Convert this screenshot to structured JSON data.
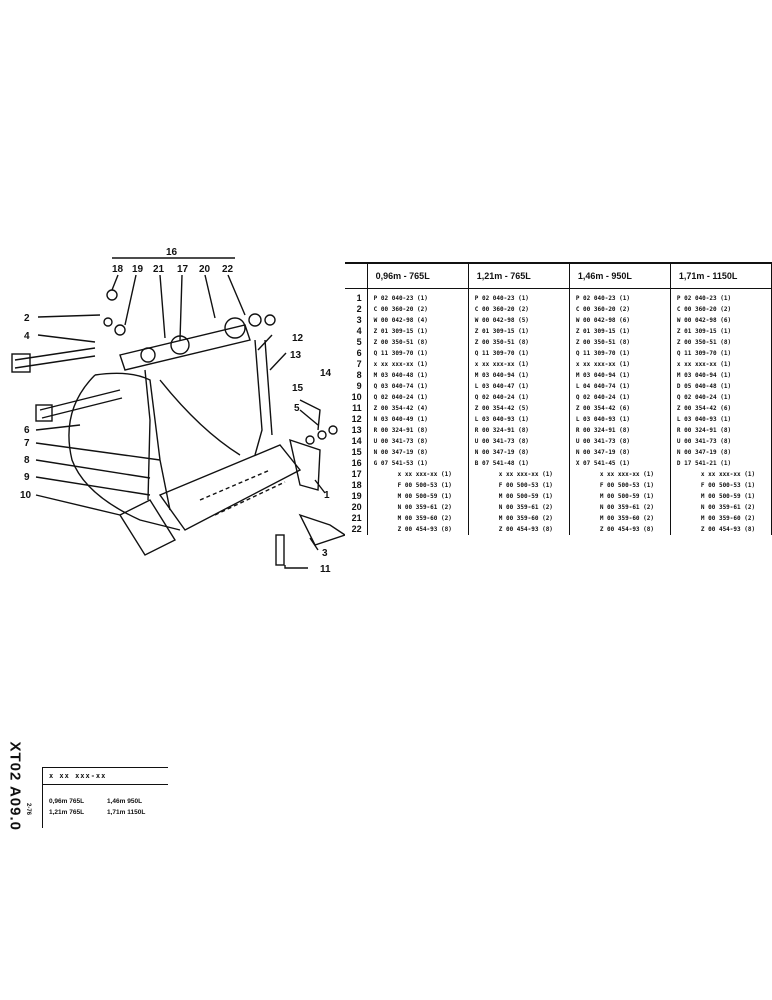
{
  "document": {
    "code": "XT02 A09.0",
    "date": "2-76",
    "reference_code": "x xx xxx-xx",
    "reference_variants": [
      "0,96m 765L",
      "1,46m 950L",
      "1,21m 765L",
      "1,71m 1150L"
    ]
  },
  "diagram": {
    "callouts": [
      "16",
      "18",
      "19",
      "21",
      "17",
      "20",
      "22",
      "2",
      "4",
      "12",
      "13",
      "14",
      "15",
      "5",
      "6",
      "7",
      "8",
      "9",
      "10",
      "1",
      "3",
      "11"
    ]
  },
  "table": {
    "columns": [
      "0,96m - 765L",
      "1,21m - 765L",
      "1,46m - 950L",
      "1,71m - 1150L"
    ],
    "rows": [
      {
        "n": "1",
        "v": [
          "P 02 040-23 (1)",
          "P 02 040-23 (1)",
          "P 02 040-23 (1)",
          "P 02 040-23 (1)"
        ]
      },
      {
        "n": "2",
        "v": [
          "C 00 360-20 (2)",
          "C 00 360-20 (2)",
          "C 00 360-20 (2)",
          "C 00 360-20 (2)"
        ]
      },
      {
        "n": "3",
        "v": [
          "W 00 042-98 (4)",
          "W 00 042-98 (5)",
          "W 00 042-98 (6)",
          "W 00 042-98 (6)"
        ]
      },
      {
        "n": "4",
        "v": [
          "Z 01 309-15 (1)",
          "Z 01 309-15 (1)",
          "Z 01 309-15 (1)",
          "Z 01 309-15 (1)"
        ]
      },
      {
        "n": "5",
        "v": [
          "Z 00 350-51 (8)",
          "Z 00 350-51 (8)",
          "Z 00 350-51 (8)",
          "Z 00 350-51 (8)"
        ]
      },
      {
        "n": "6",
        "v": [
          "Q 11 309-70 (1)",
          "Q 11 309-70 (1)",
          "Q 11 309-70 (1)",
          "Q 11 309-70 (1)"
        ]
      },
      {
        "n": "7",
        "v": [
          "x xx xxx-xx (1)",
          "x xx xxx-xx (1)",
          "x xx xxx-xx (1)",
          "x xx xxx-xx (1)"
        ]
      },
      {
        "n": "8",
        "v": [
          "M 03 040-48 (1)",
          "M 03 040-94 (1)",
          "M 03 040-94 (1)",
          "M 03 040-94 (1)"
        ]
      },
      {
        "n": "9",
        "v": [
          "Q 03 040-74 (1)",
          "L 03 040-47 (1)",
          "L 04 040-74 (1)",
          "D 05 040-48 (1)"
        ]
      },
      {
        "n": "10",
        "v": [
          "Q 02 040-24 (1)",
          "Q 02 040-24 (1)",
          "Q 02 040-24 (1)",
          "Q 02 040-24 (1)"
        ]
      },
      {
        "n": "11",
        "v": [
          "Z 00 354-42 (4)",
          "Z 00 354-42 (5)",
          "Z 00 354-42 (6)",
          "Z 00 354-42 (6)"
        ]
      },
      {
        "n": "12",
        "v": [
          "N 03 040-49 (1)",
          "L 03 040-93 (1)",
          "L 03 040-93 (1)",
          "L 03 040-93 (1)"
        ]
      },
      {
        "n": "13",
        "v": [
          "R 00 324-91 (8)",
          "R 00 324-91 (8)",
          "R 00 324-91 (8)",
          "R 00 324-91 (8)"
        ]
      },
      {
        "n": "14",
        "v": [
          "U 00 341-73 (8)",
          "U 00 341-73 (8)",
          "U 00 341-73 (8)",
          "U 00 341-73 (8)"
        ]
      },
      {
        "n": "15",
        "v": [
          "N 00 347-19 (8)",
          "N 00 347-19 (8)",
          "N 00 347-19 (8)",
          "N 00 347-19 (8)"
        ]
      },
      {
        "n": "16",
        "v": [
          "G 07 541-53 (1)",
          "B 07 541-48 (1)",
          "X 07 541-45 (1)",
          "D 17 541-21 (1)"
        ]
      },
      {
        "n": "17",
        "v": [
          "x xx xxx-xx (1)",
          "x xx xxx-xx (1)",
          "x xx xxx-xx (1)",
          "x xx xxx-xx (1)"
        ]
      },
      {
        "n": "18",
        "v": [
          "F 00 500-53 (1)",
          "F 00 500-53 (1)",
          "F 00 500-53 (1)",
          "F 00 500-53 (1)"
        ]
      },
      {
        "n": "19",
        "v": [
          "M 00 500-59 (1)",
          "M 00 500-59 (1)",
          "M 00 500-59 (1)",
          "M 00 500-59 (1)"
        ]
      },
      {
        "n": "20",
        "v": [
          "N 00 359-61 (2)",
          "N 00 359-61 (2)",
          "N 00 359-61 (2)",
          "N 00 359-61 (2)"
        ]
      },
      {
        "n": "21",
        "v": [
          "M 00 359-60 (2)",
          "M 00 359-60 (2)",
          "M 00 359-60 (2)",
          "M 00 359-60 (2)"
        ]
      },
      {
        "n": "22",
        "v": [
          "Z 00 454-93 (8)",
          "Z 00 454-93 (8)",
          "Z 00 454-93 (8)",
          "Z 00 454-93 (8)"
        ]
      }
    ]
  }
}
